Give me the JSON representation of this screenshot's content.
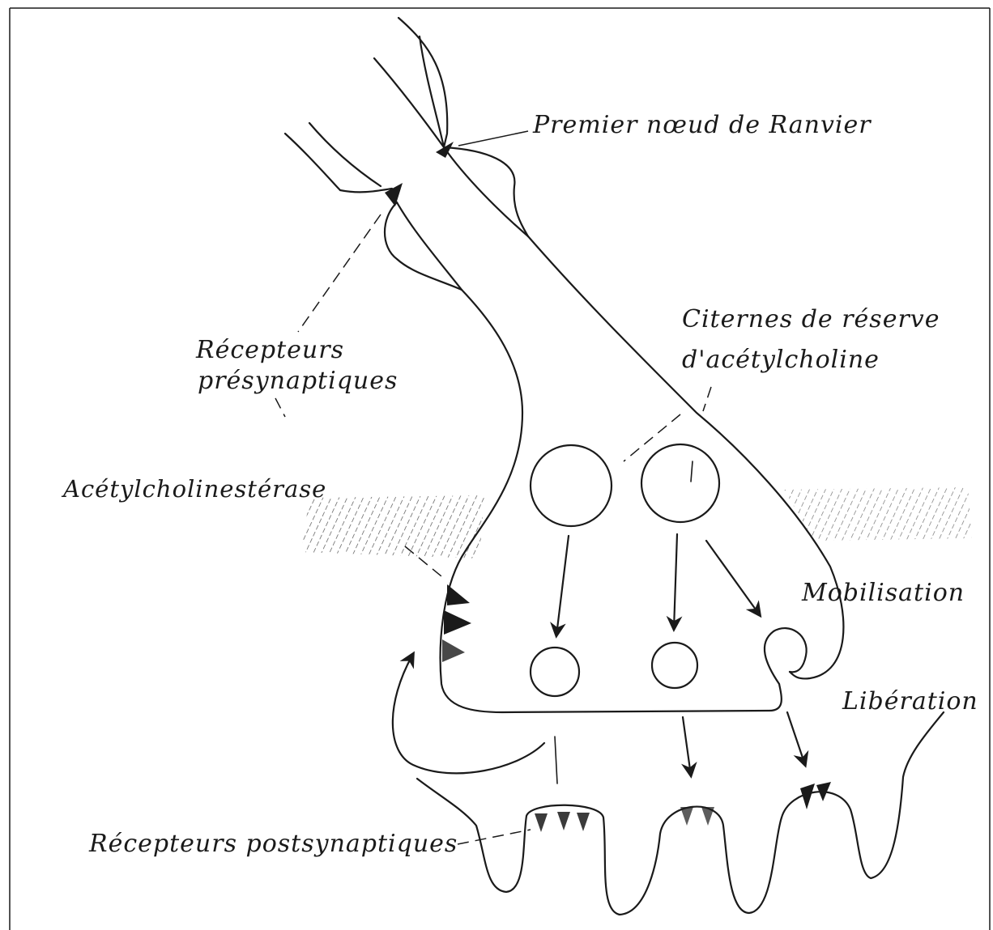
{
  "labels": {
    "premier_noeud": "Premier nœud de Ranvier",
    "citernes_1": "Citernes de réserve",
    "citernes_2": "d'acétylcholine",
    "recepteurs_pre_1": "Récepteurs",
    "recepteurs_pre_2": "présynaptiques",
    "acetylcholinesterase": "Acétylcholinestérase",
    "mobilisation": "Mobilisation",
    "liberation": "Libération",
    "recepteurs_post": "Récepteurs postsynaptiques"
  },
  "colors": {
    "ink": "#1a1a1a",
    "paper": "#ffffff"
  }
}
